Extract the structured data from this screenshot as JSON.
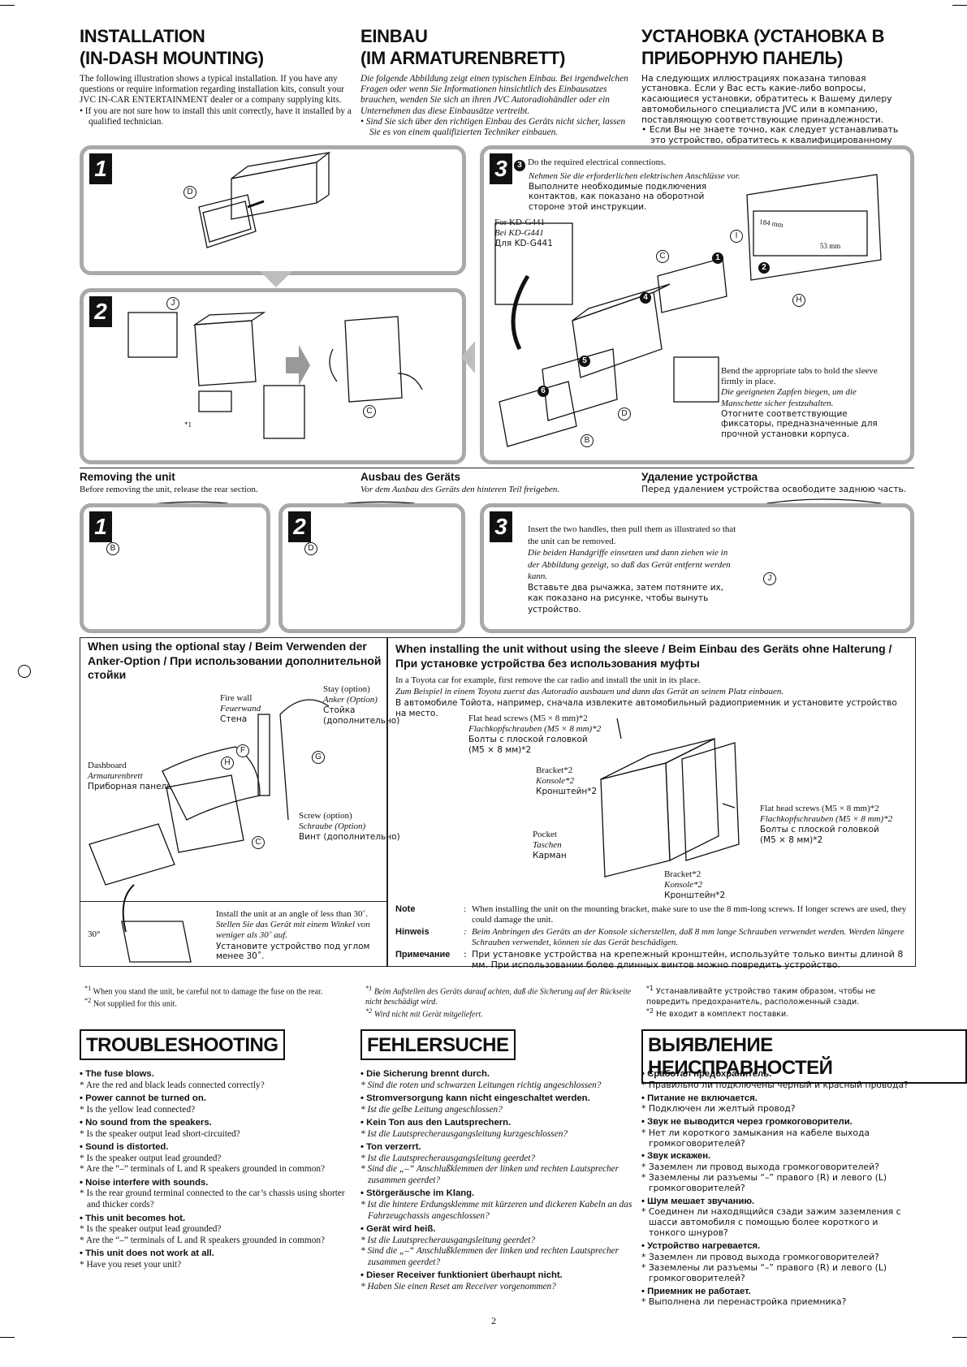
{
  "columns": [
    {
      "title_l1": "INSTALLATION",
      "title_l2": "(IN-DASH MOUNTING)",
      "intro": "The following illustration shows a typical installation. If you have any questions or require information regarding installation kits, consult your JVC IN-CAR ENTERTAINMENT dealer or a company supplying kits.",
      "bullet": "If you are not sure how to install this unit correctly, have it installed by a qualified technician."
    },
    {
      "title_l1": "EINBAU",
      "title_l2": "(IM ARMATURENBRETT)",
      "intro": "Die folgende Abbildung zeigt einen typischen Einbau. Bei irgendwelchen Fragen oder wenn Sie Informationen hinsichtlich des Einbausatzes brauchen, wenden Sie sich an ihren JVC Autoradiohändler oder ein Unternehmen das diese Einbausätze vertreibt.",
      "bullet": "Sind Sie sich über den richtigen Einbau des Geräts nicht sicher, lassen Sie es von einem qualifizierten Techniker einbauen."
    },
    {
      "title_l1": "УСТАНОВКА (УСТАНОВКА В",
      "title_l2": "ПРИБОРНУЮ ПАНЕЛЬ)",
      "intro": "На следующих иллюстрациях показана типовая установка. Если у Вас есть какие-либо вопросы, касающиеся установки, обратитесь к Вашему дилеру автомобильного специалиста JVC или в компанию, поставляющую соответствующие принадлежности.",
      "bullet": "Если Вы не знаете точно, как следует устанавливать это устройство, обратитесь к квалифицированному специалисту."
    }
  ],
  "install": {
    "steps": [
      "1",
      "2",
      "3"
    ],
    "connect_en": "Do the required electrical connections.",
    "connect_de": "Nehmen Sie die erforderlichen elektrischen Anschlüsse vor.",
    "connect_ru": "Выполните необходимые подключения контактов, как показано на оборотной стороне этой инструкции.",
    "for_en": "For KD-G441",
    "for_de": "Bei KD-G441",
    "for_ru": "Для KD-G441",
    "tabs_en": "Bend the appropriate tabs to hold the sleeve firmly in place.",
    "tabs_de": "Die geeigneten Zapfen biegen, um die Manschette sicher festzuhalten.",
    "tabs_ru": "Отогните соответствующие фиксаторы, предназначенные для прочной установки корпуса.",
    "dim1": "184 mm",
    "dim2": "53 mm",
    "asterisk": "*1",
    "letters": {
      "B": "B",
      "C": "C",
      "D": "D",
      "H": "H",
      "I": "I",
      "J": "J",
      "F": "F",
      "G": "G"
    },
    "nums": {
      "n1": "1",
      "n2": "2",
      "n3": "3",
      "n4": "4",
      "n5": "5",
      "n6": "6"
    }
  },
  "removing": {
    "h_en": "Removing the unit",
    "h_de": "Ausbau des Geräts",
    "h_ru": "Удаление устройства",
    "s_en": "Before removing the unit, release the rear section.",
    "s_de": "Vor dem Ausbau des Geräts den hinteren Teil freigeben.",
    "s_ru": "Перед удалением устройства освободите заднюю часть.",
    "insert_en": "Insert the two handles, then pull them as illustrated so that the unit can be removed.",
    "insert_de": "Die beiden Handgriffe einsetzen und dann ziehen wie in der Abbildung gezeigt, so daß das Gerät entfernt werden kann.",
    "insert_ru": "Вставьте два рычажка, затем потяните их, как показано на рисунке, чтобы вынуть устройство."
  },
  "stay": {
    "title": "When using the optional stay / Beim Verwenden der Anker-Option / При использовании дополнительной стойки",
    "firewall_en": "Fire wall",
    "firewall_de": "Feuerwand",
    "firewall_ru": "Стена",
    "stay_en": "Stay (option)",
    "stay_de": "Anker (Option)",
    "stay_ru1": "Стойка",
    "stay_ru2": "(дополнительно)",
    "dash_en": "Dashboard",
    "dash_de": "Armaturenbrett",
    "dash_ru": "Приборная панель",
    "screw_en": "Screw (option)",
    "screw_de": "Schraube (Option)",
    "screw_ru": "Винт (дополнительно)",
    "angle": "30°",
    "angle_en": "Install the unit at an angle of less than 30˚.",
    "angle_de": "Stellen Sie das Gerät mit einem Winkel von weniger als 30˚ auf.",
    "angle_ru": "Установите устройство под углом менее 30˚."
  },
  "sleeve": {
    "title": "When installing the unit without using the sleeve / Beim Einbau des Geräts ohne Halterung / При установке устройства без использования муфты",
    "p_en": "In a Toyota car for example, first remove the car radio and install the unit in its place.",
    "p_de": "Zum Beispiel in einem Toyota zuerst das Autoradio ausbauen und dann das Gerät an seinem Platz einbauen.",
    "p_ru": "В автомобиле Тойота, например, сначала извлеките автомобильный радиоприемник и установите устройство на место.",
    "fh_en": "Flat head screws (M5 × 8 mm)*2",
    "fh_de": "Flachkopfschrauben (M5 × 8 mm)*2",
    "fh_ru1": "Болты с плоской головкой",
    "fh_ru2": "(M5 × 8 мм)*2",
    "br_en": "Bracket*2",
    "br_de": "Konsole*2",
    "br_ru": "Кронштейн*2",
    "pk_en": "Pocket",
    "pk_de": "Taschen",
    "pk_ru": "Карман",
    "notes": [
      {
        "k": "Note",
        "t": "When installing the unit on the mounting bracket, make sure to use the 8 mm-long screws. If longer screws are used, they could damage the unit."
      },
      {
        "k": "Hinweis",
        "t": "Beim Anbringen des Geräts an der Konsole sicherstellen, daß 8 mm lange Schrauben verwendet werden. Werden längere Schrauben verwendet, können sie das Gerät beschädigen."
      },
      {
        "k": "Примечание",
        "t": "При установке устройства на крепежный кронштейн, используйте только винты длиной 8 мм. При использовании более длинных винтов можно повредить устройство."
      }
    ],
    "colon": ":"
  },
  "footnotes": [
    {
      "f1": "When you stand the unit, be careful not to damage the fuse on the rear.",
      "f2": "Not supplied for this unit."
    },
    {
      "f1": "Beim Aufstellen des Geräts darauf achten, daß die Sicherung auf der Rückseite nicht beschädigt wird.",
      "f2": "Wird nicht mit Gerät mitgeliefert."
    },
    {
      "f1": "Устанавливайте устройство таким образом, чтобы не повредить предохранитель, расположенный сзади.",
      "f2": "Не входит в комплект поставки."
    }
  ],
  "fn_marks": {
    "m1": "*1",
    "m2": "*2"
  },
  "troubleshooting": [
    {
      "title": "TROUBLESHOOTING",
      "items": [
        {
          "q": "The fuse blows.",
          "a": [
            "Are the red and black leads connected correctly?"
          ]
        },
        {
          "q": "Power cannot be turned on.",
          "a": [
            "Is the yellow lead connected?"
          ]
        },
        {
          "q": "No sound from the speakers.",
          "a": [
            "Is the speaker output lead short-circuited?"
          ]
        },
        {
          "q": "Sound is distorted.",
          "a": [
            "Is the speaker output lead grounded?",
            "Are the “–” terminals of L and R speakers grounded in common?"
          ]
        },
        {
          "q": "Noise interfere with sounds.",
          "a": [
            "Is the rear ground terminal connected to the car’s chassis using shorter and thicker cords?"
          ]
        },
        {
          "q": "This unit becomes hot.",
          "a": [
            "Is the speaker output lead grounded?",
            "Are the “–” terminals of L and R speakers grounded in common?"
          ]
        },
        {
          "q": "This unit does not work at all.",
          "a": [
            "Have you reset your unit?"
          ]
        }
      ]
    },
    {
      "title": "FEHLERSUCHE",
      "items": [
        {
          "q": "Die Sicherung brennt durch.",
          "a": [
            "Sind die roten und schwarzen Leitungen richtig angeschlossen?"
          ]
        },
        {
          "q": "Stromversorgung kann nicht eingeschaltet werden.",
          "a": [
            "Ist die gelbe Leitung angeschlossen?"
          ]
        },
        {
          "q": "Kein Ton aus den Lautsprechern.",
          "a": [
            "Ist die Lautsprecherausgangsleitung kurzgeschlossen?"
          ]
        },
        {
          "q": "Ton verzerrt.",
          "a": [
            "Ist die Lautsprecherausgangsleitung geerdet?",
            "Sind die „–“ Anschlußklemmen der linken und rechten Lautsprecher zusammen geerdet?"
          ]
        },
        {
          "q": "Störgeräusche im Klang.",
          "a": [
            "Ist die hintere Erdungsklemme mit kürzeren und dickeren Kabeln an das Fahrzeugchassis angeschlossen?"
          ]
        },
        {
          "q": "Gerät wird heiß.",
          "a": [
            "Ist die Lautsprecherausgangsleitung geerdet?",
            "Sind die „–“ Anschlußklemmen der linken und rechten Lautsprecher zusammen geerdet?"
          ]
        },
        {
          "q": "Dieser Receiver funktioniert überhaupt nicht.",
          "a": [
            "Haben Sie einen Reset am Receiver vorgenommen?"
          ]
        }
      ]
    },
    {
      "title": "ВЫЯВЛЕНИЕ НЕИСПРАВНОСТЕЙ",
      "items": [
        {
          "q": "Сработал предохранитель.",
          "a": [
            "Правильно ли подключены черный и красный провода?"
          ]
        },
        {
          "q": "Питание не включается.",
          "a": [
            "Подключен ли желтый провод?"
          ]
        },
        {
          "q": "Звук не выводится через громкоговорители.",
          "a": [
            "Нет ли короткого замыкания на кабеле выхода громкоговорителей?"
          ]
        },
        {
          "q": "Звук искажен.",
          "a": [
            "Заземлен ли провод выхода громкоговорителей?",
            "Заземлены ли разъемы “–” правого (R) и левого (L) громкоговорителей?"
          ]
        },
        {
          "q": "Шум мешает звучанию.",
          "a": [
            "Соединен ли находящийся сзади зажим заземления с шасси автомобиля с помощью более короткого и тонкого шнуров?"
          ]
        },
        {
          "q": "Устройство нагревается.",
          "a": [
            "Заземлен ли провод выхода громкоговорителей?",
            "Заземлены ли разъемы “–” правого (R) и левого (L) громкоговорителей?"
          ]
        },
        {
          "q": "Приемник не работает.",
          "a": [
            "Выполнена ли перенастройка приемника?"
          ]
        }
      ]
    }
  ],
  "page_number": "2",
  "bullet_char": "•",
  "ast": "*"
}
